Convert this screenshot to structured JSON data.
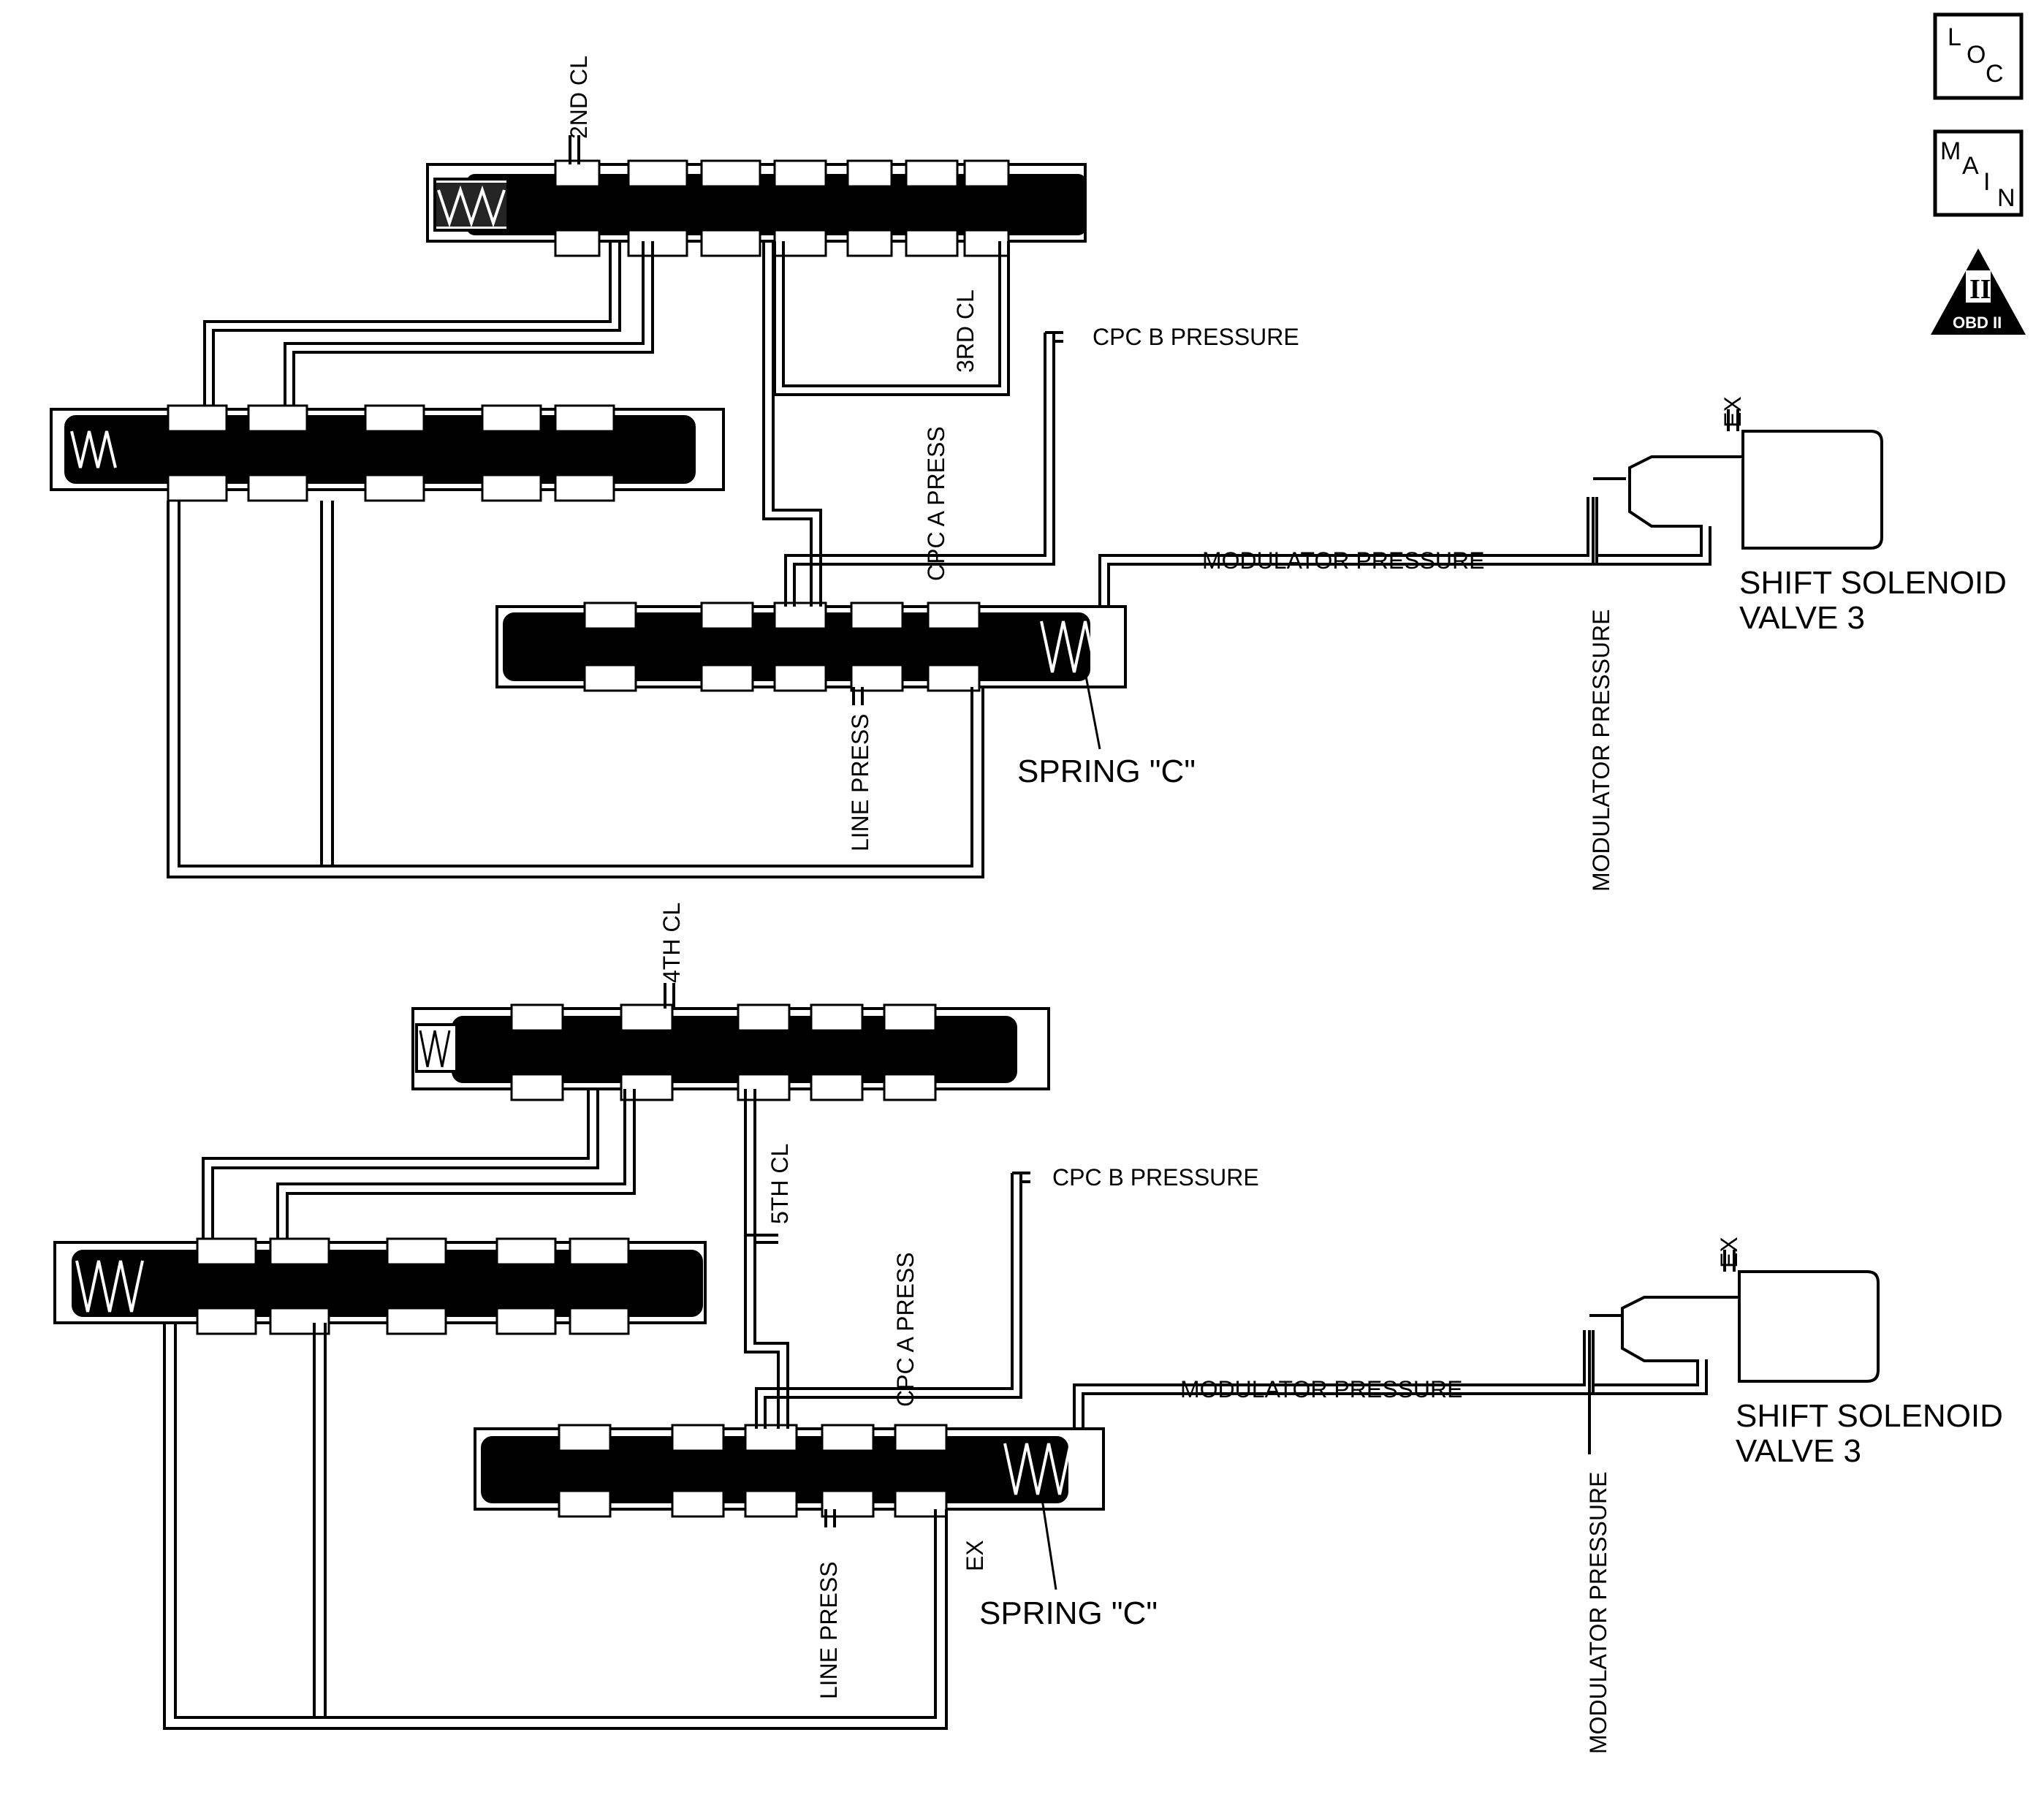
{
  "nav": {
    "loc": [
      "L",
      "O",
      "C"
    ],
    "main": [
      "M",
      "A",
      "I",
      "N"
    ],
    "obd_roman": "II",
    "obd_label": "OBD II"
  },
  "top": {
    "label_2nd_cl": "2ND CL",
    "label_3rd_cl": "3RD CL",
    "label_cpc_b": "CPC B PRESSURE",
    "label_cpc_a": "CPC A PRESS",
    "label_modulator_h": "MODULATOR PRESSURE",
    "label_modulator_v": "MODULATOR PRESSURE",
    "label_line": "LINE PRESS",
    "label_spring": "SPRING \"C\"",
    "label_ex": "EX",
    "solenoid_line1": "SHIFT SOLENOID",
    "solenoid_line2": "VALVE 3"
  },
  "bottom": {
    "label_4th_cl": "4TH CL",
    "label_5th_cl": "5TH CL",
    "label_cpc_b": "CPC B PRESSURE",
    "label_cpc_a": "CPC A PRESS",
    "label_modulator_h": "MODULATOR PRESSURE",
    "label_modulator_v": "MODULATOR PRESSURE",
    "label_line": "LINE PRESS",
    "label_spring": "SPRING \"C\"",
    "label_ex": "EX",
    "label_ex2": "EX",
    "solenoid_line1": "SHIFT SOLENOID",
    "solenoid_line2": "VALVE 3"
  }
}
